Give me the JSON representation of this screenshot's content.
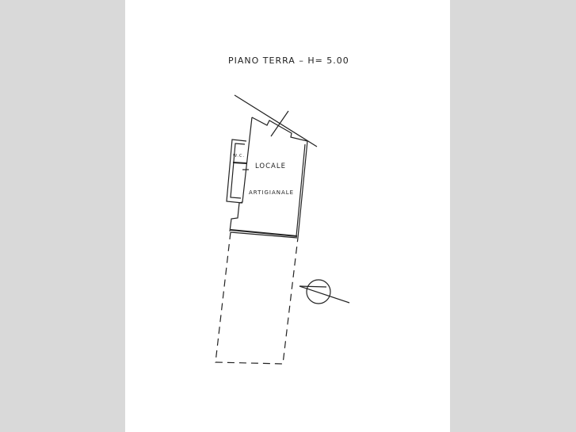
{
  "plan": {
    "title": "PIANO TERRA – H= 5.00",
    "room_label_line1": "LOCALE",
    "room_label_line2": "ARTIGIANALE",
    "wc_label": "W.C.",
    "compass": "north-arrow-icon"
  },
  "colors": {
    "background": "#d9d9d9",
    "sheet": "#ffffff",
    "ink": "#222222"
  }
}
